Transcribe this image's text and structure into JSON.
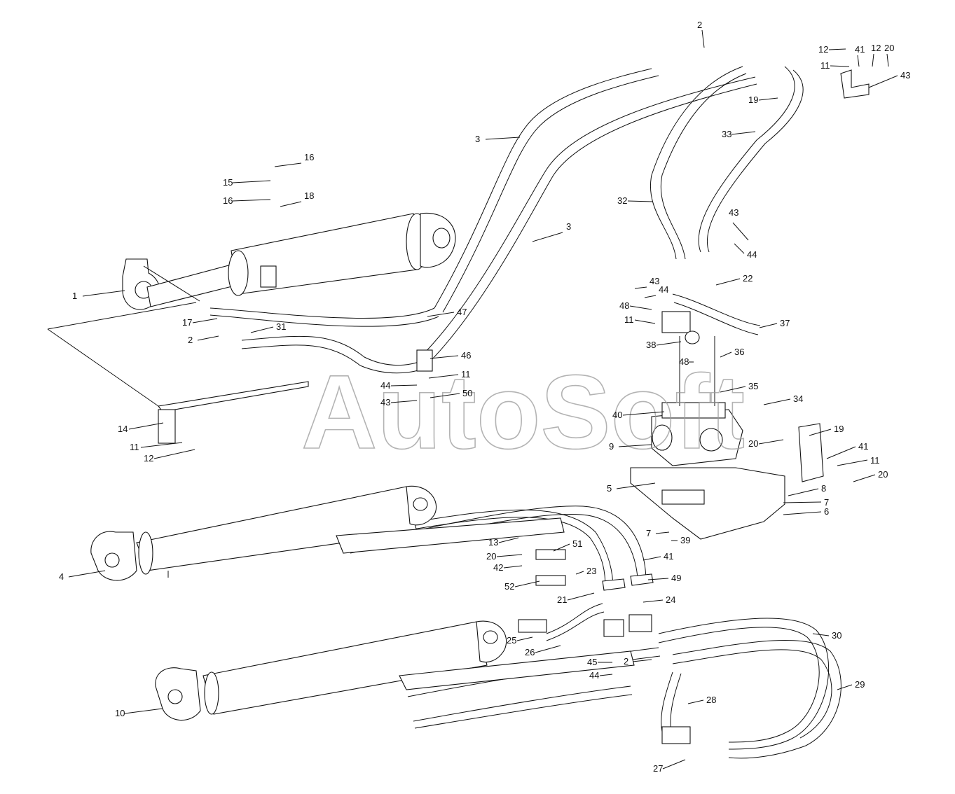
{
  "watermark": "AutoSoft",
  "callouts": [
    "1",
    "2",
    "2",
    "2",
    "3",
    "3",
    "4",
    "5",
    "6",
    "7",
    "7",
    "8",
    "9",
    "10",
    "11",
    "11",
    "11",
    "11",
    "11",
    "12",
    "12",
    "12",
    "13",
    "14",
    "15",
    "16",
    "16",
    "17",
    "18",
    "19",
    "19",
    "20",
    "20",
    "20",
    "20",
    "21",
    "22",
    "23",
    "24",
    "25",
    "26",
    "27",
    "28",
    "29",
    "30",
    "31",
    "32",
    "33",
    "34",
    "35",
    "36",
    "37",
    "38",
    "39",
    "40",
    "41",
    "41",
    "41",
    "42",
    "43",
    "43",
    "43",
    "43",
    "44",
    "44",
    "44",
    "44",
    "45",
    "46",
    "47",
    "48",
    "48",
    "49",
    "50",
    "51",
    "52"
  ]
}
